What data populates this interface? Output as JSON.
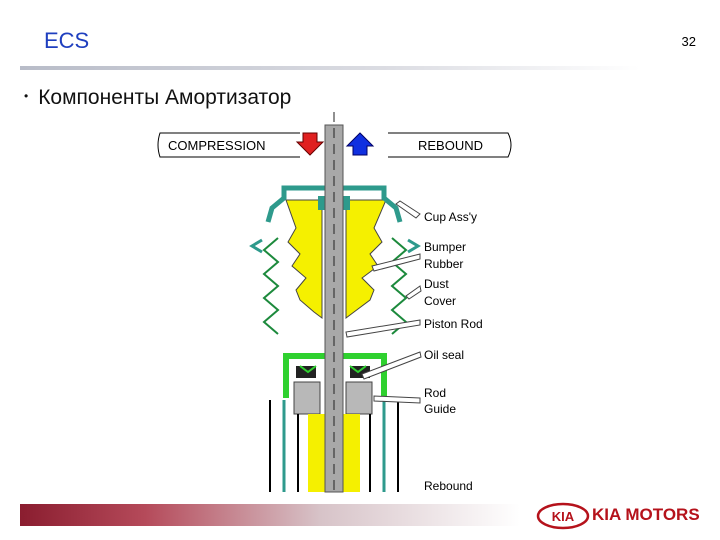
{
  "slide": {
    "title": "ECS",
    "page_number": "32",
    "bullet": "Компоненты Амортизатор"
  },
  "diagram": {
    "header_left": "COMPRESSION",
    "header_right": "REBOUND",
    "labels": {
      "cup": "Cup Ass'y",
      "bumper_line1": "Bumper",
      "bumper_line2": "Rubber",
      "dust_line1": "Dust",
      "dust_line2": "Cover",
      "piston": "Piston Rod",
      "oil": "Oil seal",
      "guide_line1": "Rod",
      "guide_line2": "Guide",
      "rebound": "Rebound"
    },
    "colors": {
      "compression_arrow": "#e02020",
      "rebound_arrow": "#1030e0",
      "rubber_yellow": "#f5f000",
      "cup_green": "#2e9a8c",
      "seal_green": "#2fd12f",
      "rod_gray": "#a8a8a8"
    }
  },
  "footer": {
    "logo_mark": "KIA",
    "brand": "KIA MOTORS",
    "logo_color": "#b5121b"
  }
}
